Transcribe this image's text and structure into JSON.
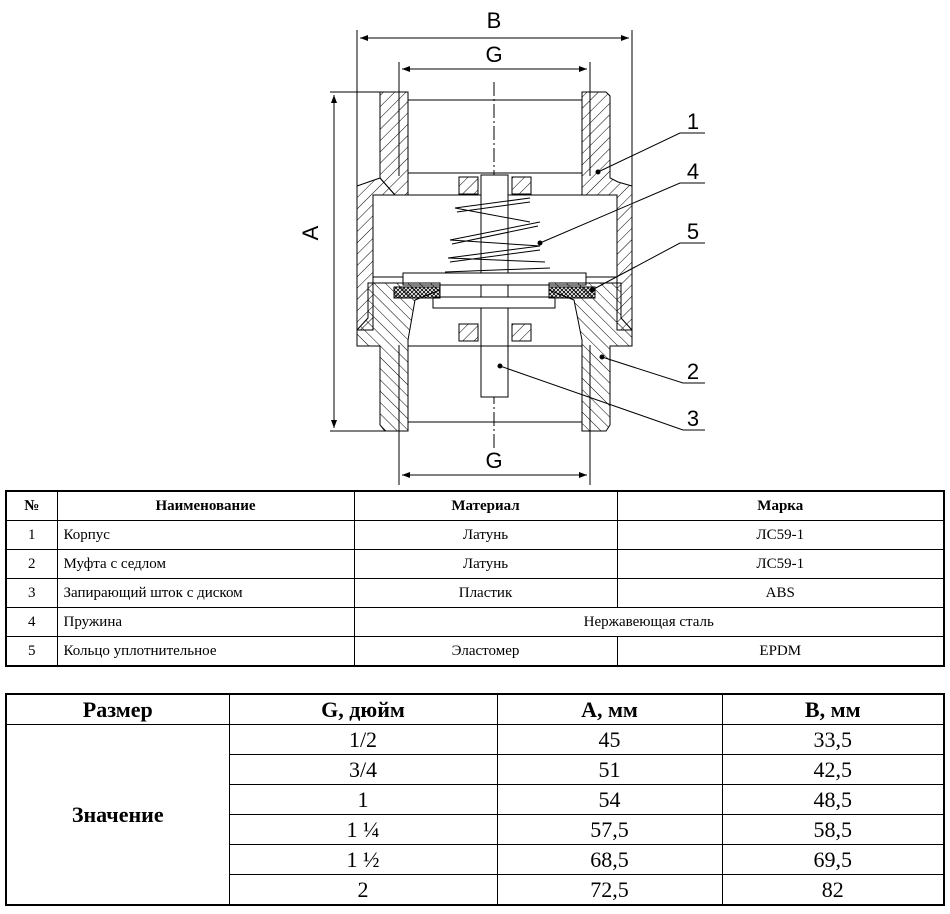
{
  "drawing": {
    "dim_b": "B",
    "dim_g_top": "G",
    "dim_g_bottom": "G",
    "dim_a": "A",
    "callouts": [
      "1",
      "4",
      "5",
      "2",
      "3"
    ]
  },
  "parts_table": {
    "headers": [
      "№",
      "Наименование",
      "Материал",
      "Марка"
    ],
    "rows": [
      {
        "num": "1",
        "name": "Корпус",
        "material": "Латунь",
        "grade": "ЛС59-1"
      },
      {
        "num": "2",
        "name": "Муфта с седлом",
        "material": "Латунь",
        "grade": "ЛС59-1"
      },
      {
        "num": "3",
        "name": "Запирающий шток с диском",
        "material": "Пластик",
        "grade": "ABS"
      },
      {
        "num": "4",
        "name": "Пружина",
        "material_grade": "Нержавеющая сталь"
      },
      {
        "num": "5",
        "name": "Кольцо уплотнительное",
        "material": "Эластомер",
        "grade": "EPDM"
      }
    ]
  },
  "sizes_table": {
    "headers": [
      "Размер",
      "G, дюйм",
      "A, мм",
      "B, мм"
    ],
    "row_label": "Значение",
    "rows": [
      {
        "g": "1/2",
        "a": "45",
        "b": "33,5"
      },
      {
        "g": "3/4",
        "a": "51",
        "b": "42,5"
      },
      {
        "g": "1",
        "a": "54",
        "b": "48,5"
      },
      {
        "g": "1 ¼",
        "a": "57,5",
        "b": "58,5"
      },
      {
        "g": "1 ½",
        "a": "68,5",
        "b": "69,5"
      },
      {
        "g": "2",
        "a": "72,5",
        "b": "82"
      }
    ]
  }
}
